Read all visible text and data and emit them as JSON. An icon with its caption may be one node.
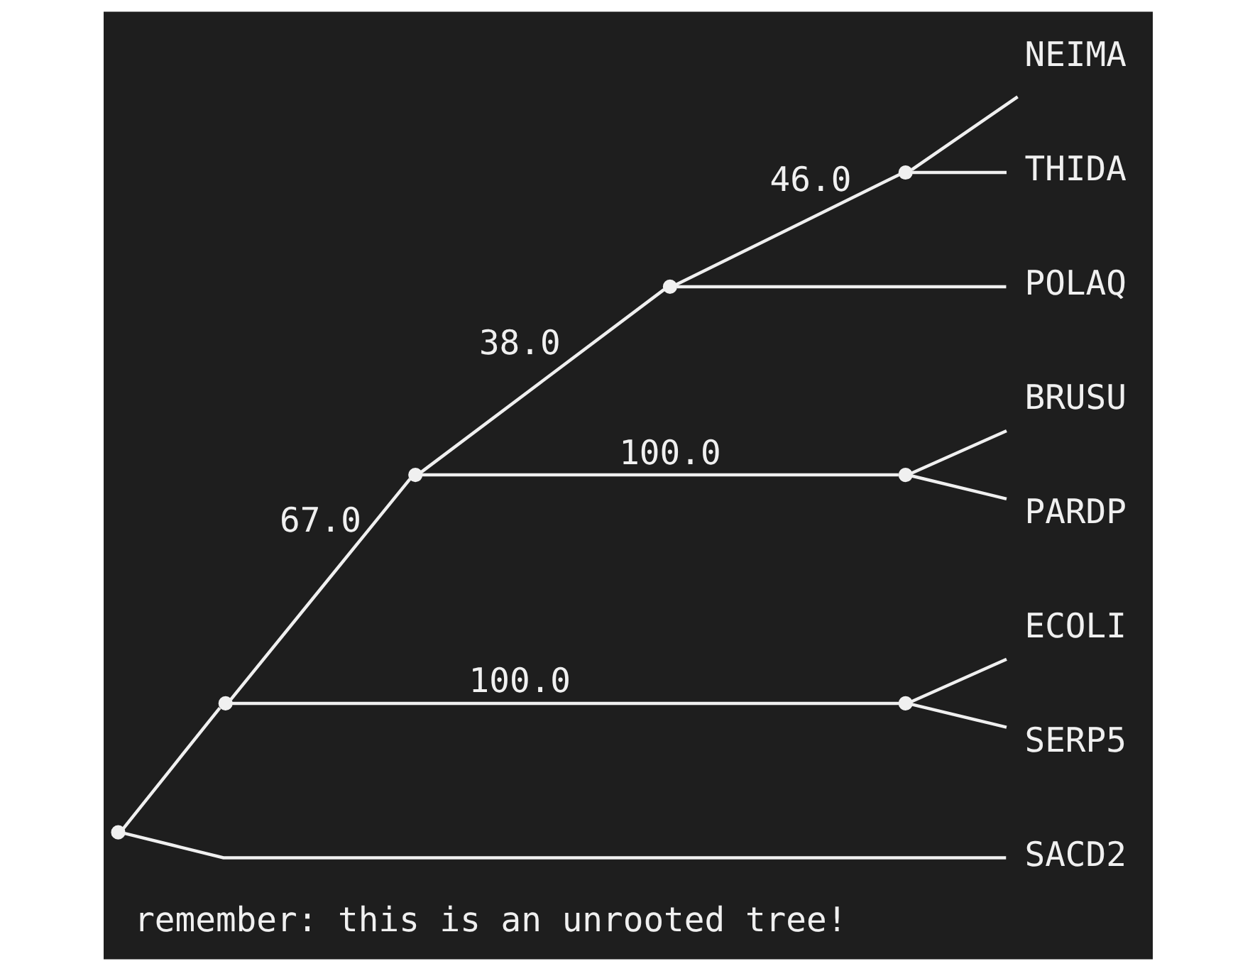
{
  "diagram": {
    "caption": "remember: this is an unrooted tree!",
    "nodes": [
      {
        "text": [
          "NEIMA"
        ]
      },
      {
        "text": [
          "THIDA"
        ]
      },
      {
        "text": [],
        "shape": "point"
      },
      {
        "text": [],
        "shape": "point"
      },
      {
        "text": [
          "POLAQ"
        ]
      },
      {
        "text": [],
        "shape": "point"
      },
      {
        "text": [
          "BRUSU"
        ]
      },
      {
        "text": [],
        "shape": "point"
      },
      {
        "text": [
          "PARDP"
        ]
      },
      {
        "text": [],
        "shape": "point"
      },
      {
        "text": [],
        "shape": "point"
      },
      {
        "text": [
          "ECOLI"
        ]
      },
      {
        "text": [],
        "shape": "point"
      },
      {
        "text": [
          "SERP5"
        ]
      },
      {
        "text": [
          "SACD2"
        ]
      }
    ],
    "edges": [
      {
        "from": 9,
        "to": 10,
        "arrow": "none"
      },
      {
        "from": 10,
        "to": 5,
        "arrow": "none",
        "label": "67.0"
      },
      {
        "from": 5,
        "to": 3,
        "arrow": "none",
        "label": "38.0"
      },
      {
        "from": 3,
        "to": 2,
        "arrow": "none",
        "label": "46.0"
      },
      {
        "from": 2,
        "to": 0,
        "arrow": "none"
      },
      {
        "from": 2,
        "to": 1,
        "arrow": "none"
      },
      {
        "from": 3,
        "to": 4,
        "arrow": "none"
      },
      {
        "from": 5,
        "to": 7,
        "arrow": "none",
        "label": "100.0"
      },
      {
        "from": 7,
        "to": 6,
        "arrow": "none"
      },
      {
        "from": 7,
        "to": 8,
        "arrow": "none"
      },
      {
        "from": 10,
        "to": 12,
        "arrow": "none",
        "label": "100.0"
      },
      {
        "from": 12,
        "to": 11,
        "arrow": "none"
      },
      {
        "from": 12,
        "to": 13,
        "arrow": "none"
      },
      {
        "from": 9,
        "to": 14,
        "arrow": "none"
      }
    ]
  }
}
